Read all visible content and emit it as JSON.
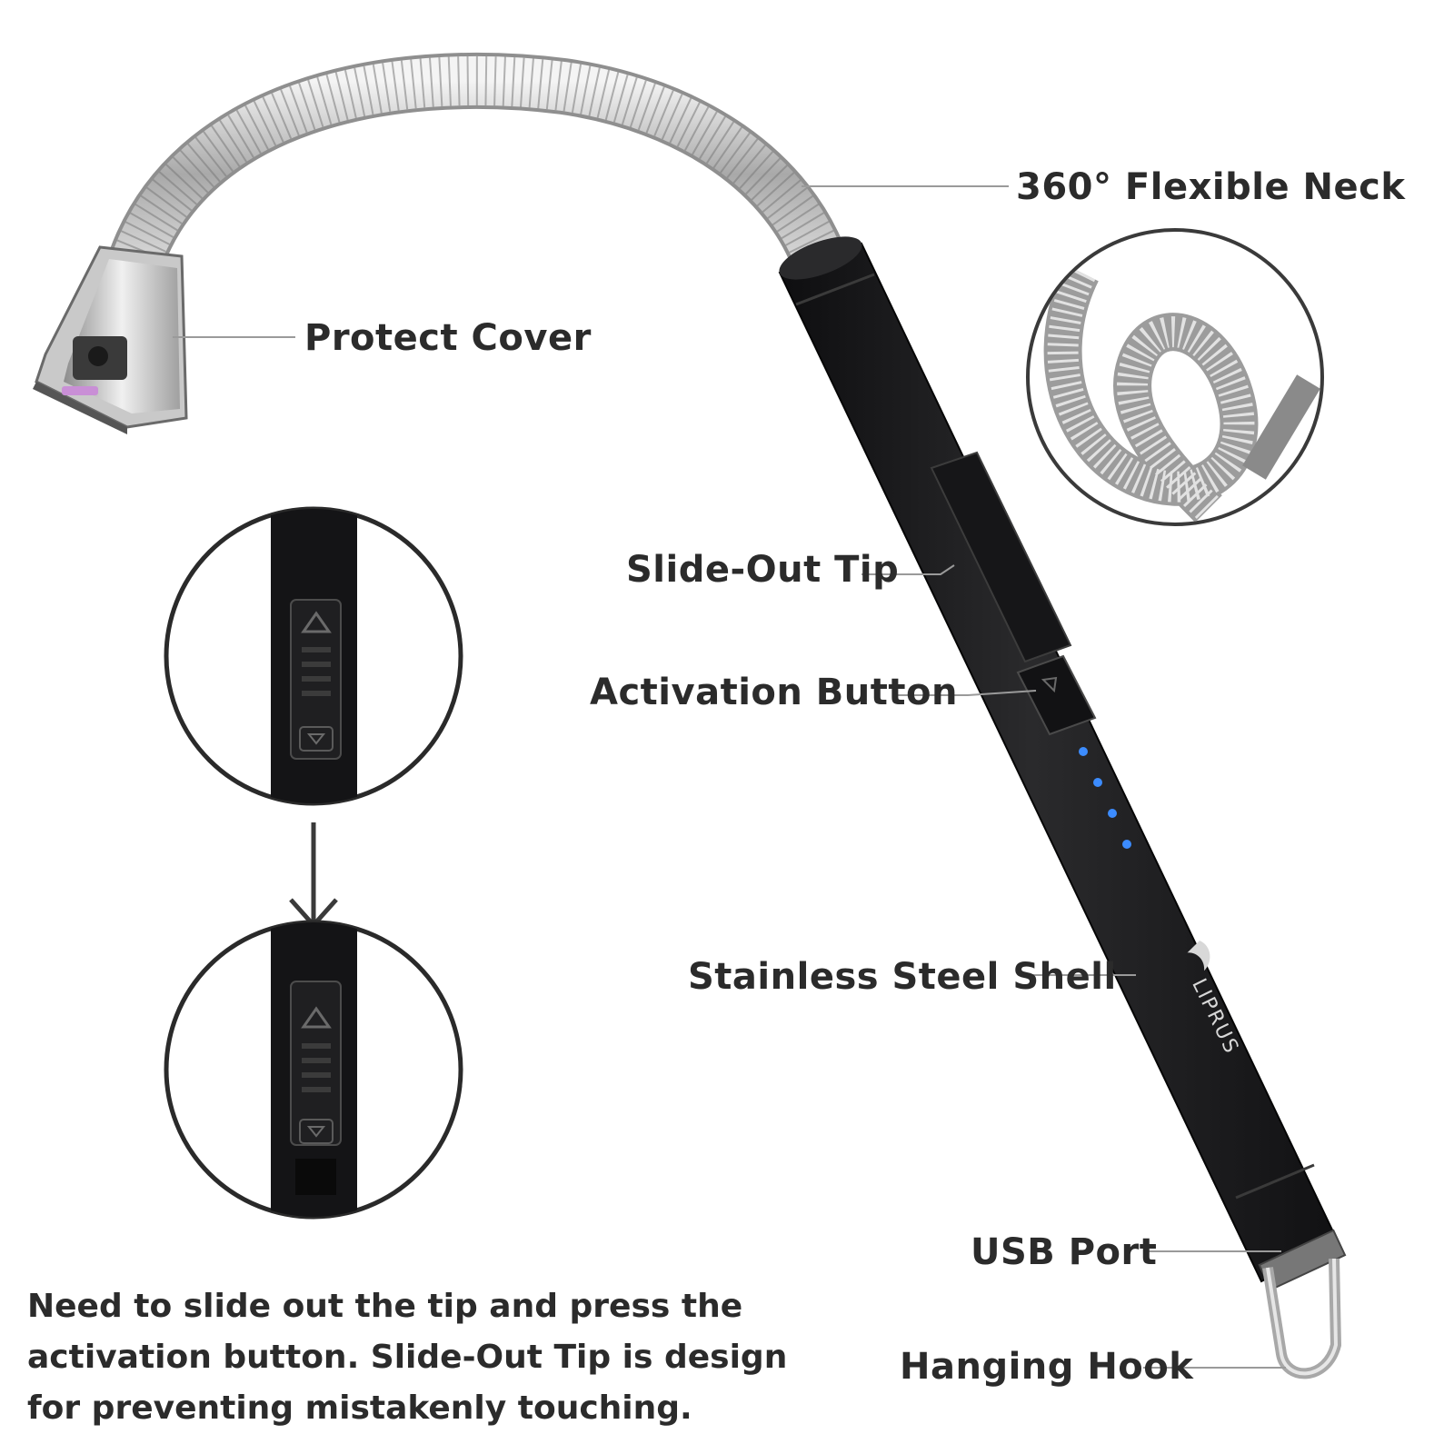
{
  "labels": {
    "neck": "360° Flexible Neck",
    "cover": "Protect Cover",
    "slide_tip": "Slide-Out Tip",
    "activation": "Activation Button",
    "shell": "Stainless Steel Shell",
    "usb": "USB Port",
    "hook": "Hanging Hook"
  },
  "caption": {
    "line1": "Need to slide out the tip and press the",
    "line2": "activation button. Slide-Out Tip is design",
    "line3": "for preventing mistakenly touching."
  },
  "brand": {
    "logo_text": "LIPRUS"
  },
  "battery_indicator": {
    "leds_lit": 4,
    "led_color": "#3c8cff"
  },
  "colors": {
    "body": "#1c1c1e",
    "metal": "#b8b8b8",
    "callout_line": "#9a9a9a",
    "text": "#2b2b2b"
  }
}
